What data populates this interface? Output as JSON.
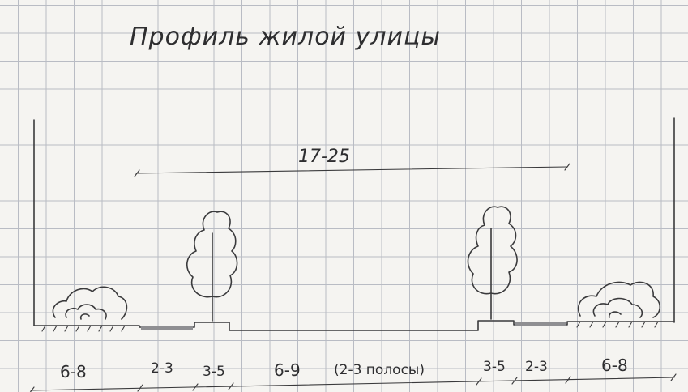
{
  "title": "Профиль жилой улицы",
  "total_width": "17-25",
  "segments": {
    "left_green": "6-8",
    "left_sidewalk": "2-3",
    "left_tree_strip": "3-5",
    "carriageway": "6-9",
    "carriageway_note": "(2-3 полосы)",
    "right_tree_strip": "3-5",
    "right_sidewalk": "2-3",
    "right_green": "6-8"
  },
  "colors": {
    "ink": "#3a3a3c",
    "grid": "#b9bcc4",
    "paper": "#f5f4f1",
    "paving": "#8f8f92"
  }
}
